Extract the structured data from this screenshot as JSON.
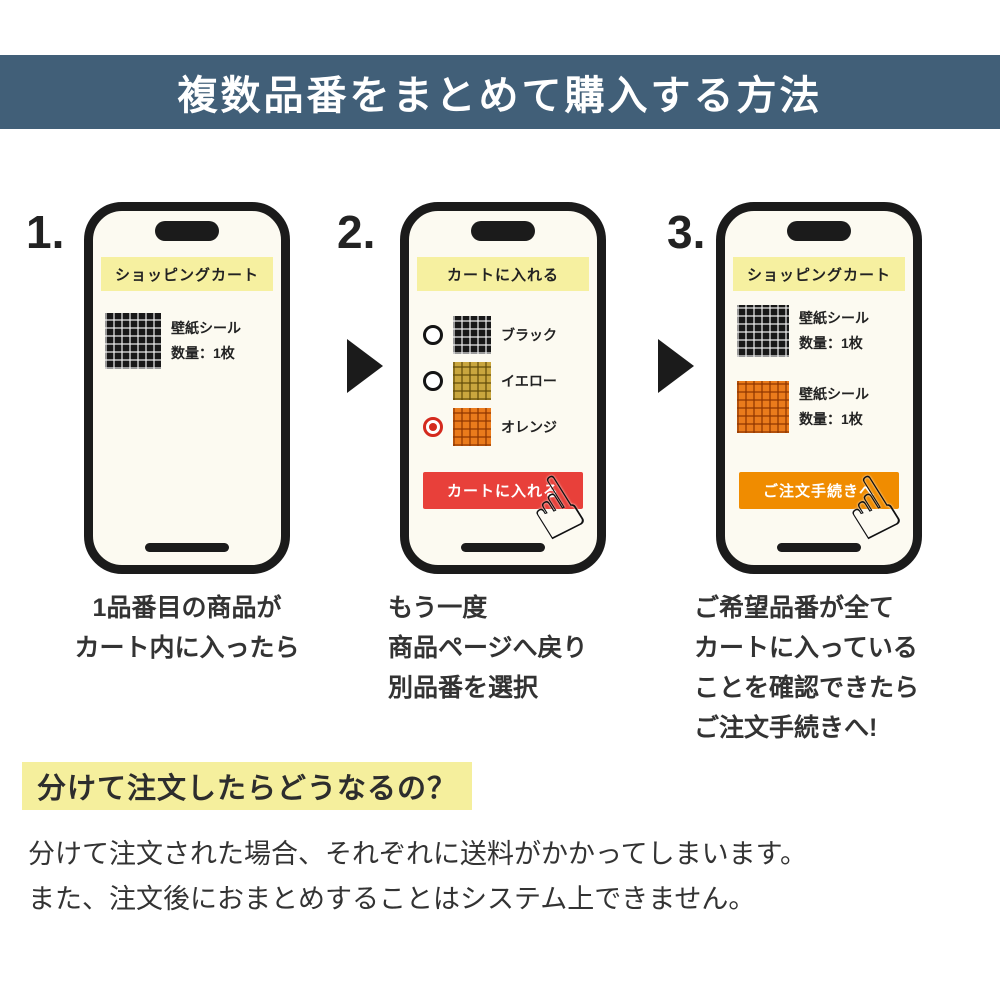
{
  "header": {
    "title": "複数品番をまとめて購入する方法"
  },
  "steps": [
    {
      "number": "1.",
      "phone": {
        "banner": "ショッピングカート",
        "items": [
          {
            "swatch": "black-grid-swatch",
            "name": "壁紙シール",
            "qty": "数量：1枚"
          }
        ]
      },
      "caption_lines": [
        "1品番目の商品が",
        "カート内に入ったら"
      ]
    },
    {
      "number": "2.",
      "phone": {
        "banner": "カートに入れる",
        "options": [
          {
            "selected": false,
            "swatch": "black-grid-swatch",
            "label": "ブラック"
          },
          {
            "selected": false,
            "swatch": "yellow-grid-swatch",
            "label": "イエロー"
          },
          {
            "selected": true,
            "swatch": "orange-grid-swatch",
            "label": "オレンジ"
          }
        ],
        "button_label": "カートに入れる",
        "button_color": "#e8403a"
      },
      "caption_lines": [
        "もう一度",
        "商品ページへ戻り",
        "別品番を選択"
      ]
    },
    {
      "number": "3.",
      "phone": {
        "banner": "ショッピングカート",
        "items": [
          {
            "swatch": "black-grid-swatch",
            "name": "壁紙シール",
            "qty": "数量：1枚"
          },
          {
            "swatch": "orange-grid-swatch",
            "name": "壁紙シール",
            "qty": "数量：1枚"
          }
        ],
        "button_label": "ご注文手続きへ",
        "button_color": "#f08c00"
      },
      "caption_lines": [
        "ご希望品番が全て",
        "カートに入っている",
        "ことを確認できたら",
        "ご注文手続きへ!"
      ]
    }
  ],
  "footer": {
    "heading": "分けて注文したらどうなるの？",
    "body_lines": [
      "分けて注文された場合、それぞれに送料がかかってしまいます。",
      "また、注文後におまとめすることはシステム上できません。"
    ]
  },
  "icons": {
    "hand_cursor": "☝"
  },
  "colors": {
    "header_bg": "#415f78",
    "banner_yellow": "#f6f0a0",
    "highlight_yellow": "#f5ef9d",
    "cart_button_red": "#e8403a",
    "order_button_orange": "#f08c00",
    "phone_screen": "#fcfaf1",
    "arrow_black": "#1b1b1b"
  }
}
